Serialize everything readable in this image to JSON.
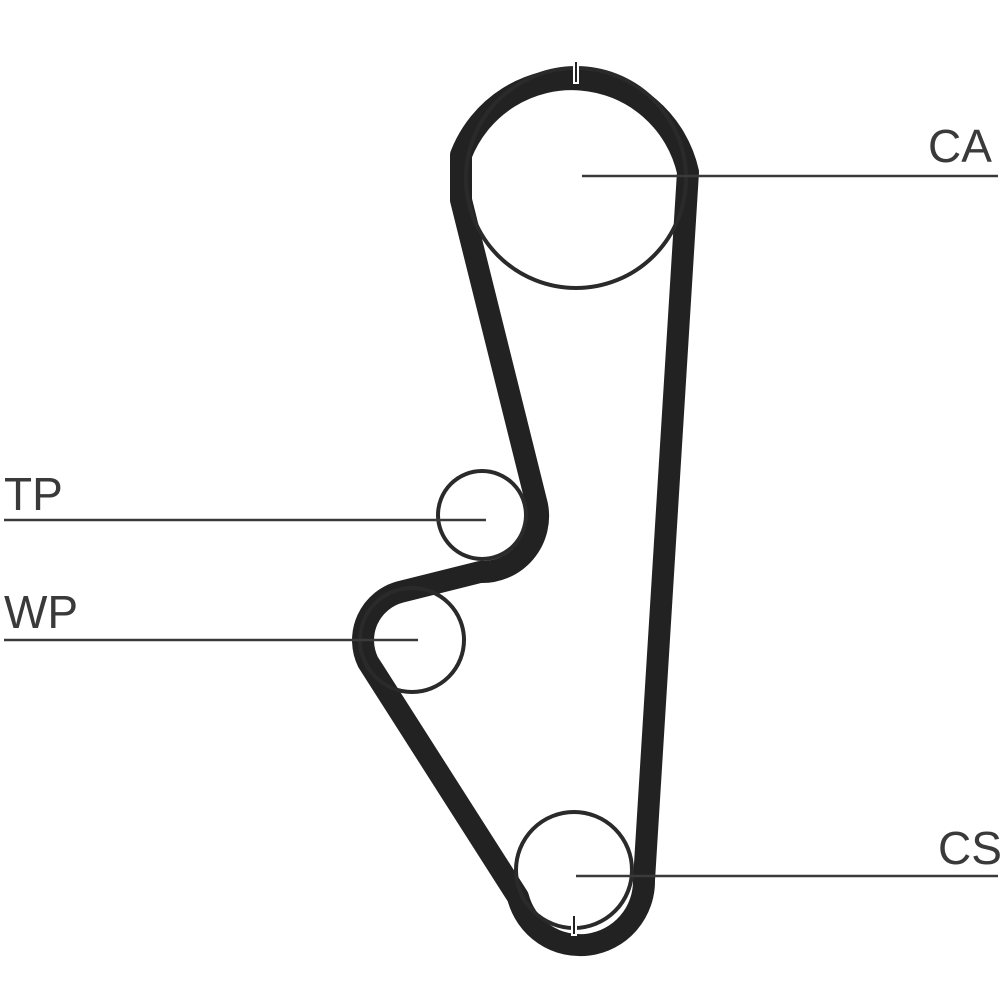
{
  "diagram": {
    "labels": {
      "camshaft": "CA",
      "tensioner": "TP",
      "water_pump": "WP",
      "crankshaft": "CS"
    },
    "colors": {
      "belt": "#222222",
      "lines": "#3a3a3a",
      "background": "#ffffff"
    }
  }
}
